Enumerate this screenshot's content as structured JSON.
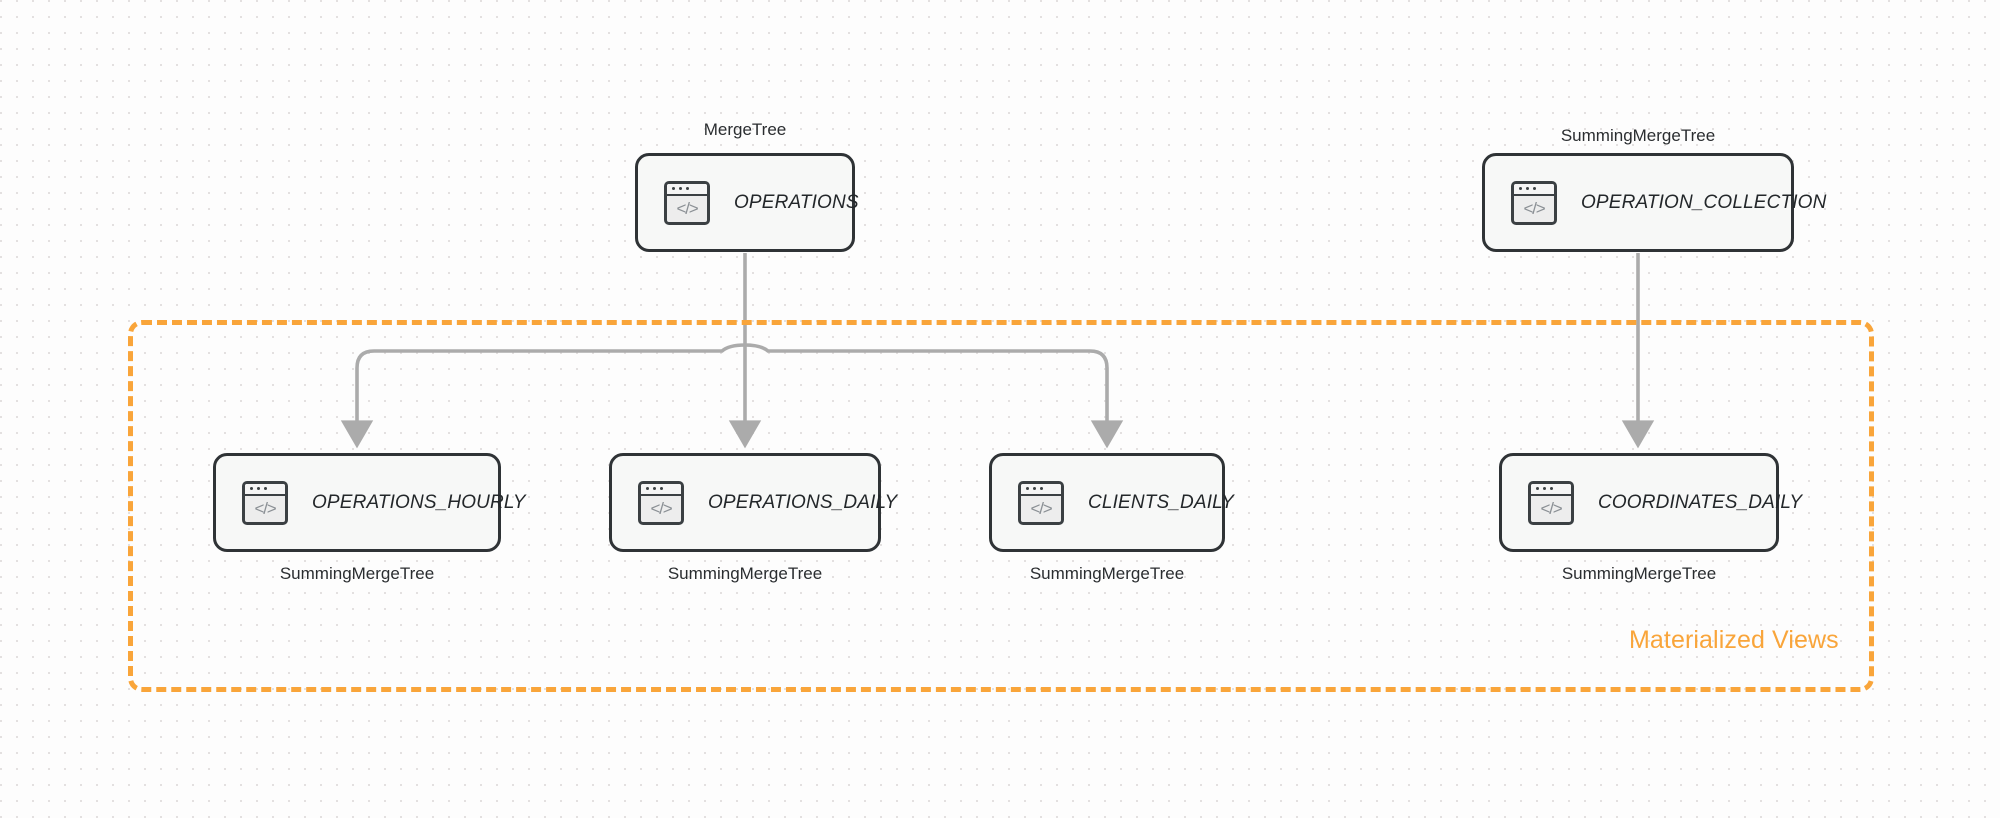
{
  "diagram": {
    "title": "ClickHouse table and materialized view topology",
    "colors": {
      "accent_orange": "#f9a53a",
      "node_border": "#2f3336",
      "node_fill": "#f7f8f7",
      "edge_gray": "#ababab",
      "canvas": "#fdfdfd"
    },
    "group": {
      "caption": "Materialized Views",
      "style": "dashed"
    },
    "source_nodes": [
      {
        "id": "operations",
        "label": "OPERATIONS",
        "engine": "MergeTree",
        "engine_position": "above",
        "icon": "code-window-icon"
      },
      {
        "id": "operation-collection",
        "label": "OPERATION_COLLECTION",
        "engine": "SummingMergeTree",
        "engine_position": "above",
        "icon": "code-window-icon"
      }
    ],
    "view_nodes": [
      {
        "id": "operations-hourly",
        "label": "OPERATIONS_HOURLY",
        "engine": "SummingMergeTree",
        "engine_position": "below",
        "icon": "code-window-icon"
      },
      {
        "id": "operations-daily",
        "label": "OPERATIONS_DAILY",
        "engine": "SummingMergeTree",
        "engine_position": "below",
        "icon": "code-window-icon"
      },
      {
        "id": "clients-daily",
        "label": "CLIENTS_DAILY",
        "engine": "SummingMergeTree",
        "engine_position": "below",
        "icon": "code-window-icon"
      },
      {
        "id": "coordinates-daily",
        "label": "COORDINATES_DAILY",
        "engine": "SummingMergeTree",
        "engine_position": "below",
        "icon": "code-window-icon"
      }
    ],
    "edges": [
      {
        "from": "operations",
        "to": "operations-hourly",
        "style": "orthogonal-arrow"
      },
      {
        "from": "operations",
        "to": "operations-daily",
        "style": "straight-arrow"
      },
      {
        "from": "operations",
        "to": "clients-daily",
        "style": "orthogonal-arrow"
      },
      {
        "from": "operation-collection",
        "to": "coordinates-daily",
        "style": "straight-arrow"
      }
    ],
    "icon_glyph": "</>"
  }
}
